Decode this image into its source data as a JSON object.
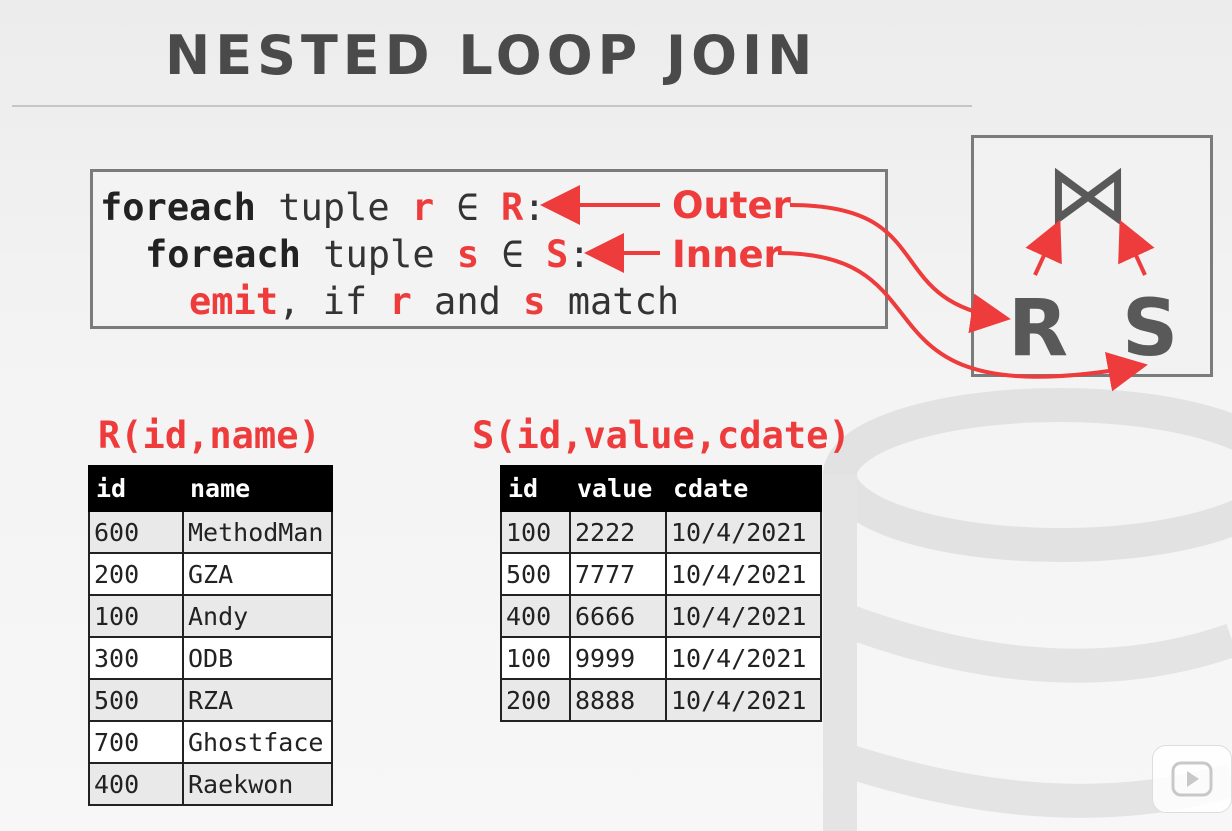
{
  "slide": {
    "title": "NESTED LOOP JOIN"
  },
  "code": {
    "line1": {
      "kw": "foreach",
      "text1": " tuple ",
      "var": "r",
      "text2": " ∈ ",
      "rel": "R",
      "end": ":"
    },
    "line2": {
      "kw": "foreach",
      "text1": " tuple ",
      "var": "s",
      "text2": " ∈ ",
      "rel": "S",
      "end": ":"
    },
    "line3": {
      "kw": "emit",
      "text1": ", if ",
      "var1": "r",
      "text2": " and ",
      "var2": "s",
      "text3": " match"
    }
  },
  "annotations": {
    "outer": "Outer",
    "inner": "Inner"
  },
  "tree": {
    "join_symbol": "⋈",
    "left": "R",
    "right": "S"
  },
  "table_r": {
    "title": "R(id,name)",
    "columns": [
      "id",
      "name"
    ],
    "rows": [
      [
        "600",
        "MethodMan"
      ],
      [
        "200",
        "GZA"
      ],
      [
        "100",
        "Andy"
      ],
      [
        "300",
        "ODB"
      ],
      [
        "500",
        "RZA"
      ],
      [
        "700",
        "Ghostface"
      ],
      [
        "400",
        "Raekwon"
      ]
    ]
  },
  "table_s": {
    "title": "S(id,value,cdate)",
    "columns": [
      "id",
      "value",
      "cdate"
    ],
    "rows": [
      [
        "100",
        "2222",
        "10/4/2021"
      ],
      [
        "500",
        "7777",
        "10/4/2021"
      ],
      [
        "400",
        "6666",
        "10/4/2021"
      ],
      [
        "100",
        "9999",
        "10/4/2021"
      ],
      [
        "200",
        "8888",
        "10/4/2021"
      ]
    ]
  },
  "colors": {
    "accent": "#ee3b3b",
    "title": "#4a4a4a",
    "border": "#7b7b7b"
  },
  "icons": {
    "play": "play-icon",
    "background": "database-logo-icon"
  }
}
